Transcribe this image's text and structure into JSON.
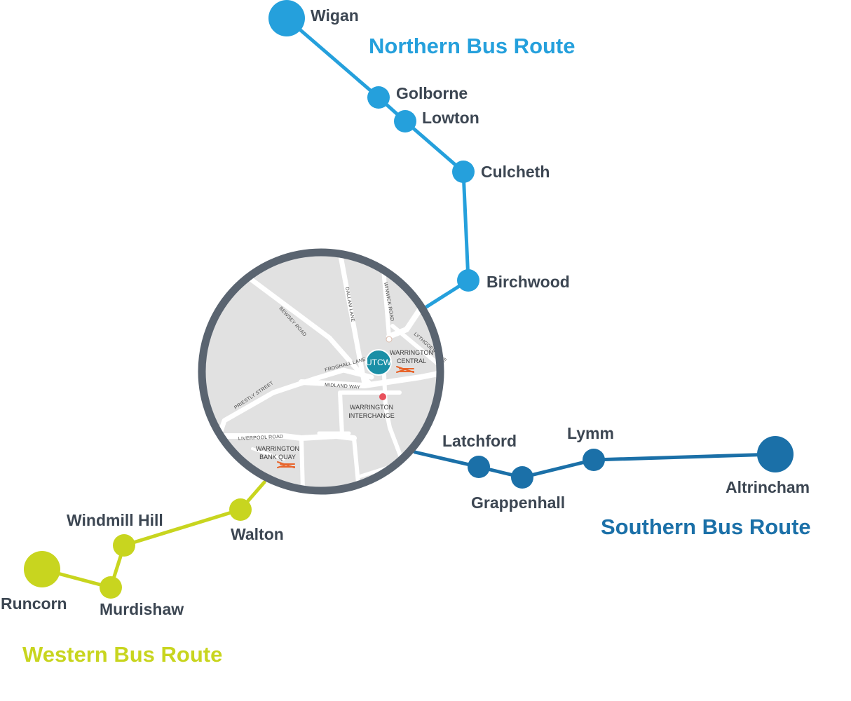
{
  "routes": {
    "northern": {
      "title": "Northern Bus Route",
      "color": "#25a0dc",
      "stops": [
        "Wigan",
        "Golborne",
        "Lowton",
        "Culcheth",
        "Birchwood"
      ]
    },
    "southern": {
      "title": "Southern Bus Route",
      "color": "#1b70a8",
      "stops": [
        "Latchford",
        "Grappenhall",
        "Lymm",
        "Altrincham"
      ]
    },
    "western": {
      "title": "Western Bus Route",
      "color": "#c8d51f",
      "stops": [
        "Walton",
        "Windmill Hill",
        "Murdishaw",
        "Runcorn"
      ]
    }
  },
  "centre_map": {
    "hub_label": "UTCW",
    "hub_color": "#1a8fa6",
    "ring_color": "#5a6470",
    "land_color": "#e1e1e1",
    "rail_icon_color": "#e8642a",
    "interchange_dot_color": "#e8505b",
    "streets": [
      "BEWSEY ROAD",
      "DALLAM LANE",
      "WINWICK ROAD",
      "LYTHGOES LANE",
      "FROGHALL LANE",
      "MIDLAND WAY",
      "PRIESTLY STREET",
      "LIVERPOOL ROAD"
    ],
    "poi": {
      "warrington_central": [
        "WARRINGTON",
        "CENTRAL"
      ],
      "warrington_interchange": [
        "WARRINGTON",
        "INTERCHANGE"
      ],
      "warrington_bank_quay": [
        "WARRINGTON",
        "BANK QUAY"
      ]
    }
  }
}
